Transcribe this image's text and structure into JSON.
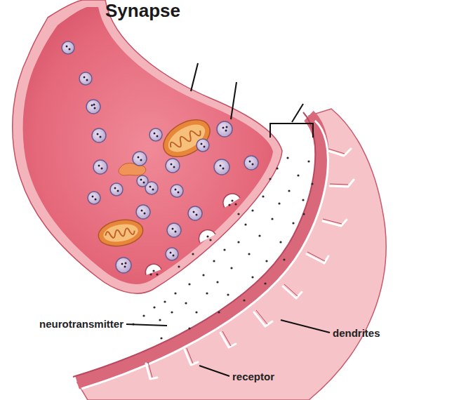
{
  "diagram": {
    "title": "Synapse",
    "labels": [
      "neurotransmitter",
      "dendrites",
      "receptor"
    ]
  }
}
